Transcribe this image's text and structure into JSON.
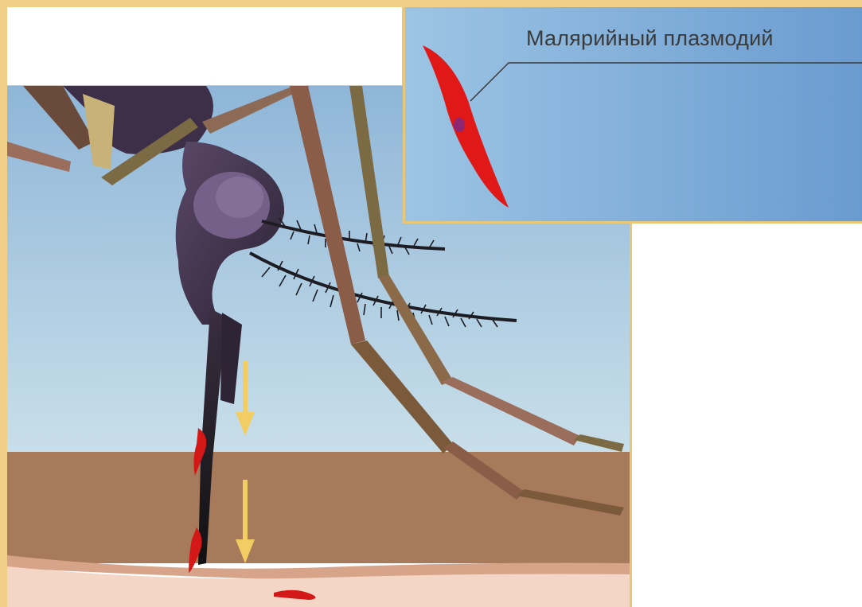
{
  "inset": {
    "label": "Малярийный плазмодий"
  },
  "colors": {
    "sky_top": "#9fc3de",
    "sky_bottom": "#c6dde9",
    "skin": "#a87a5c",
    "skin_lower": "#f4d6c6",
    "plasmodium": "#e01818",
    "arrow": "#f1cd64",
    "frame": "#f0d088"
  },
  "icons": [
    "mosquito",
    "plasmodium",
    "down-arrow"
  ]
}
